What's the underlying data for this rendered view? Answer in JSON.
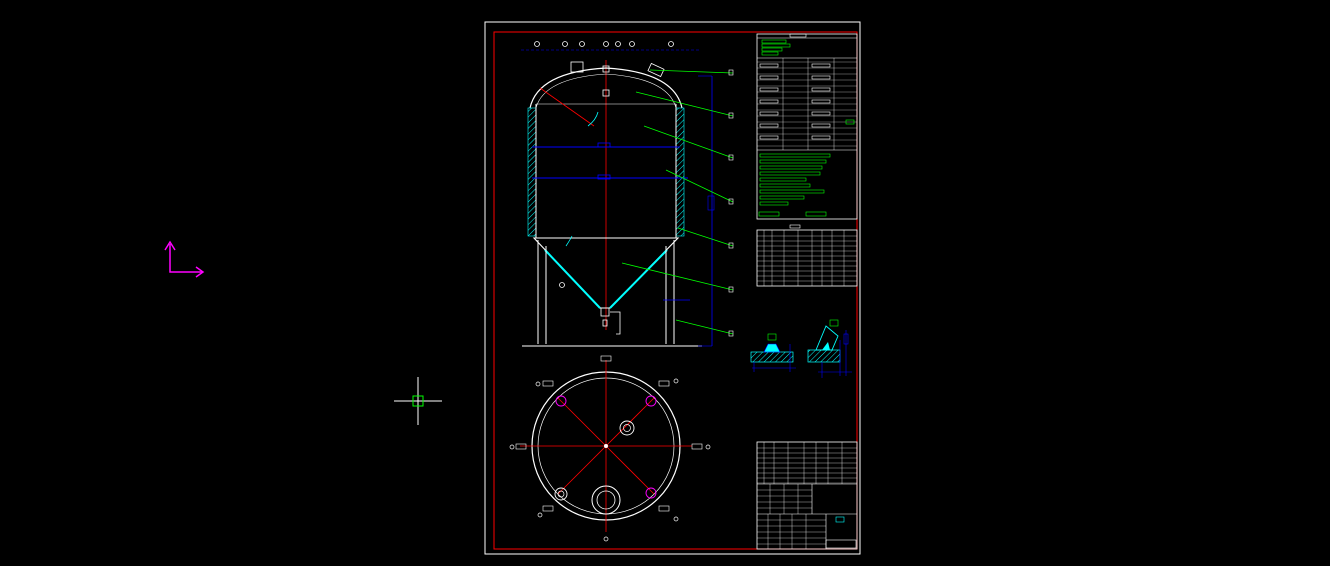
{
  "colors": {
    "background": "#000000",
    "white": "#ffffff",
    "red": "#ff0000",
    "blue": "#0000ff",
    "green": "#00ff00",
    "cyan": "#00ffff",
    "magenta": "#ff00ff"
  },
  "icons": {
    "ucs": "ucs-axis-icon",
    "crosshair": "crosshair-cursor-icon"
  },
  "drawing": {
    "views": [
      "tank-elevation-view",
      "tank-plan-view",
      "nozzle-detail-views"
    ],
    "tables": [
      "technical-requirements-table",
      "nozzle-schedule-table",
      "title-block"
    ]
  }
}
